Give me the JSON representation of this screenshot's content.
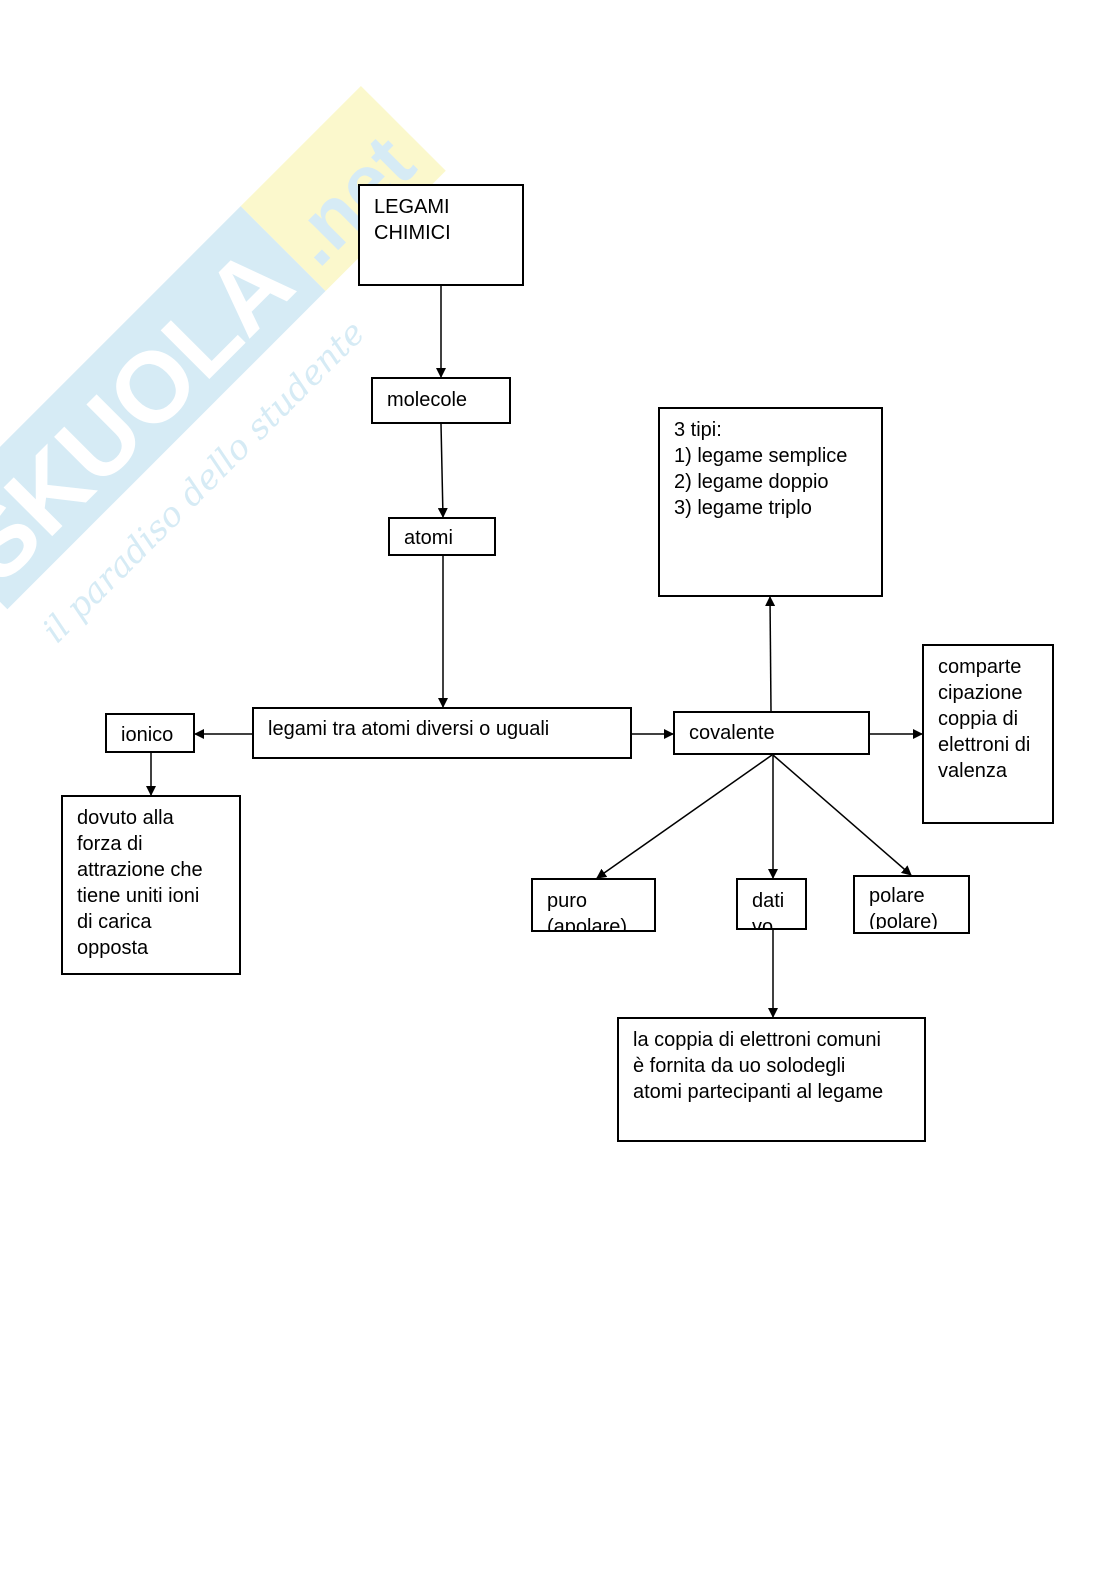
{
  "watermark": {
    "brand": "SKUOLA",
    "domain": ".net",
    "tagline": "il paradiso dello studente"
  },
  "nodes": {
    "root": "LEGAMI\nCHIMICI",
    "molecole": "molecole",
    "atomi": "atomi",
    "legami": "legami tra atomi diversi o uguali",
    "ionico": "ionico",
    "ionico_desc": "dovuto alla\nforza di\nattrazione che\ntiene uniti ioni\ndi carica\nopposta",
    "covalente": "covalente",
    "tipi": "3 tipi:\n1) legame semplice\n2) legame doppio\n3) legame triplo",
    "comparte": "comparte\ncipazione\ncoppia di\nelettroni di\nvalenza",
    "puro": "puro\n(apolare)",
    "dativo": "dati\nvo",
    "polare": "polare\n(polare)",
    "dativo_desc": "la coppia di elettroni comuni\nè fornita da uo solodegli\natomi partecipanti al legame"
  }
}
